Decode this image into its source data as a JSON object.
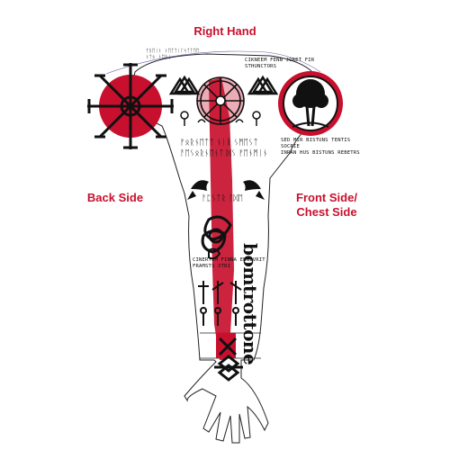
{
  "title": "Right Hand",
  "labels": {
    "back": "Back Side",
    "front": "Front Side/\nChest Side"
  },
  "runes": {
    "shoulder_left": "ᚠᚱᛖᛁᚾ ᚾᛖᛏᛏᛁᛚᛋᛏᛏᛖᛖ\nᚾᛏᛟ ᚾᛖᚱᛁ",
    "shoulder_right": "CIKNEEM FENN JORET FIR\nSTHUNCTORS",
    "band_1": "ᚠᛟᚱᚾᛖᛏᛏ ᚾᛁᚱ ᛊᛗᛖᛊᛏ",
    "band_2": "ᚨᛖᛊᛟᚱᚾᛖᚾᛏ ᛞᛊ ᚠᛖᚾᛗᛁᚾ",
    "chest_note": "SED MIR BISTUNS TENTIS\nSOCRIE\nINRAN HUS BISTUNS REBETRS",
    "mid_band": "ᚨᛈᛊᛏᚱ ᛚᛞᛖ",
    "forearm_note": "CINERTIM FINNA ENNIVRIT\nFRAMSTS XTRI",
    "script_text": "bomtrottone"
  },
  "colors": {
    "accent": "#c8102e",
    "ink": "#111111"
  },
  "icons": [
    "vegvisir-icon",
    "valknut-icon",
    "tree-of-life-icon",
    "helm-of-awe-icon",
    "raven-icon",
    "triquetra-icon",
    "wolf-knot-icon",
    "bindrune-icon"
  ]
}
